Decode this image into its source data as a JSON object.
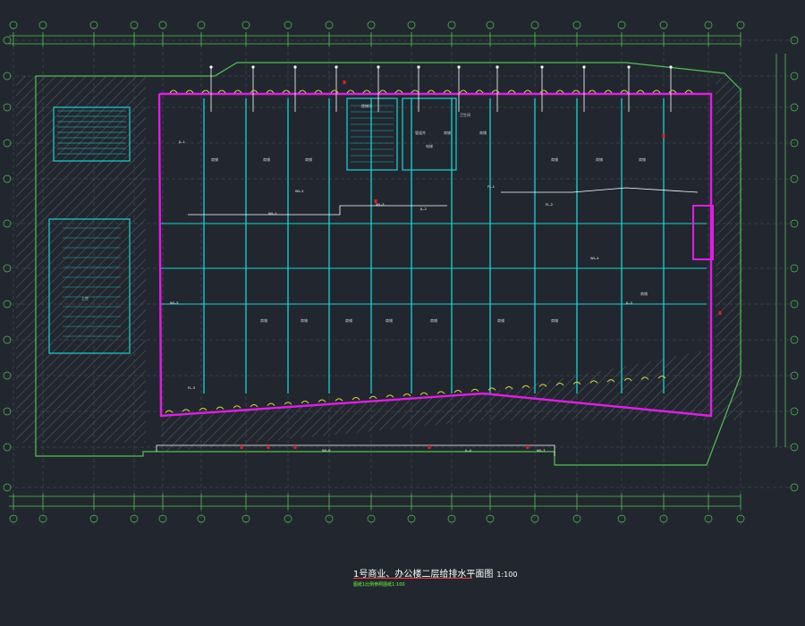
{
  "drawing": {
    "title": "1号商业、办公楼二层给排水平面图",
    "scale": "1:100",
    "note": "图纸1比例参照图纸1:100"
  },
  "colors": {
    "background": "#22272f",
    "dimension": "#4fc34f",
    "wall": "#17d4d4",
    "boundary": "#e21ce6",
    "pipe": "#ffffff",
    "fixture": "#d8d83a",
    "marker": "#e02020",
    "grid": "#4a5060"
  },
  "room_labels": [
    "商铺",
    "商铺",
    "商铺",
    "商铺",
    "商铺",
    "商铺",
    "商铺",
    "商铺",
    "商铺",
    "商铺",
    "商铺",
    "商铺",
    "商铺",
    "商铺",
    "商铺",
    "商铺",
    "楼梯间",
    "电梯",
    "卫生间",
    "管道井",
    "上空"
  ],
  "pipe_tags": [
    "JL-1",
    "WL-1",
    "WL-2",
    "WL-3",
    "JL-2",
    "FL-1",
    "FL-2",
    "WL-4",
    "JL-3",
    "WL-5",
    "FL-3",
    "WL-6",
    "JL-4",
    "WL-7"
  ]
}
